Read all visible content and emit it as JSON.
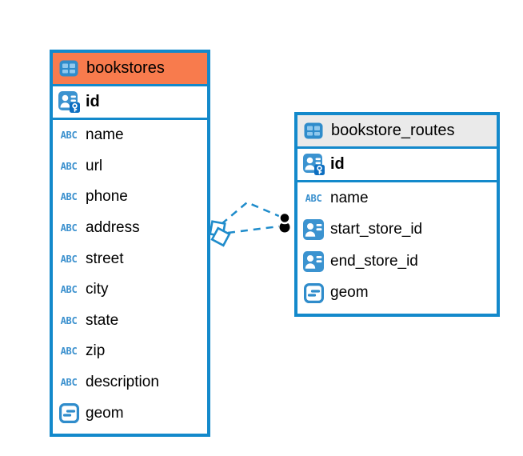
{
  "diagram": {
    "colors": {
      "accent_blue": "#1389CB",
      "bookstores_header": "#F87B4D",
      "routes_header": "#EAEAEA",
      "icon_blue": "#3890CE",
      "icon_cell_blue": "#90C8ED",
      "key_badge_blue": "#0E6FC1",
      "edge_blue": "#1F8CCB",
      "edge_dot": "#000000"
    },
    "tables": [
      {
        "name": "bookstores",
        "header_color": "#F87B4D",
        "icon": "table-icon",
        "primary_key": {
          "name": "id",
          "icon": "primary-key-icon"
        },
        "columns": [
          {
            "name": "name",
            "icon": "text-icon"
          },
          {
            "name": "url",
            "icon": "text-icon"
          },
          {
            "name": "phone",
            "icon": "text-icon"
          },
          {
            "name": "address",
            "icon": "text-icon"
          },
          {
            "name": "street",
            "icon": "text-icon"
          },
          {
            "name": "city",
            "icon": "text-icon"
          },
          {
            "name": "state",
            "icon": "text-icon"
          },
          {
            "name": "zip",
            "icon": "text-icon"
          },
          {
            "name": "description",
            "icon": "text-icon"
          },
          {
            "name": "geom",
            "icon": "geometry-icon"
          }
        ]
      },
      {
        "name": "bookstore_routes",
        "header_color": "#EAEAEA",
        "icon": "table-icon",
        "primary_key": {
          "name": "id",
          "icon": "primary-key-icon"
        },
        "columns": [
          {
            "name": "name",
            "icon": "text-icon"
          },
          {
            "name": "start_store_id",
            "icon": "reference-icon"
          },
          {
            "name": "end_store_id",
            "icon": "reference-icon"
          },
          {
            "name": "geom",
            "icon": "geometry-icon"
          }
        ]
      }
    ],
    "relationships": [
      {
        "from_table": "bookstores",
        "to_table": "bookstore_routes",
        "line_style": "dashed",
        "from_marker": "diamond-square",
        "to_marker": "filled-dot"
      },
      {
        "from_table": "bookstores",
        "to_table": "bookstore_routes",
        "line_style": "dashed",
        "from_marker": "diamond-square",
        "to_marker": "filled-dot"
      }
    ]
  }
}
